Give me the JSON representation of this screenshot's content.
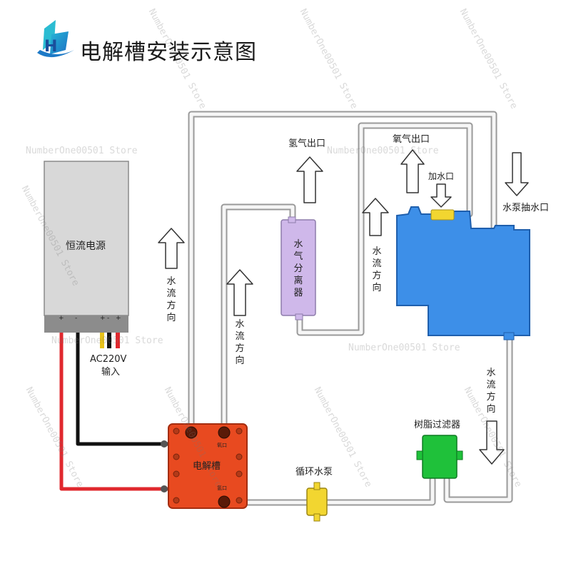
{
  "title": "电解槽安装示意图",
  "power_supply": {
    "label": "恒流电源",
    "ac_input": "AC220V",
    "ac_input_sub": "输入"
  },
  "separator": {
    "label": "水气分离器"
  },
  "tank": {
    "fill_label": "加水口",
    "pump_inlet_label": "水泵抽水口"
  },
  "outlets": {
    "hydrogen": "氢气出口",
    "oxygen": "氧气出口"
  },
  "flow_direction": "水流方向",
  "electrolyzer": {
    "label": "电解槽",
    "port_top": "氧口",
    "port_bottom": "氢口"
  },
  "pump": {
    "label": "循环水泵"
  },
  "filter": {
    "label": "树脂过滤器"
  },
  "watermark": "NumberOne00501 Store",
  "colors": {
    "tank": "#3d8fe8",
    "electrolyzer": "#e84a20",
    "filter": "#1fc13a",
    "pump": "#f2d630",
    "separator": "#cfb8ea",
    "supply": "#d8d8d8"
  }
}
